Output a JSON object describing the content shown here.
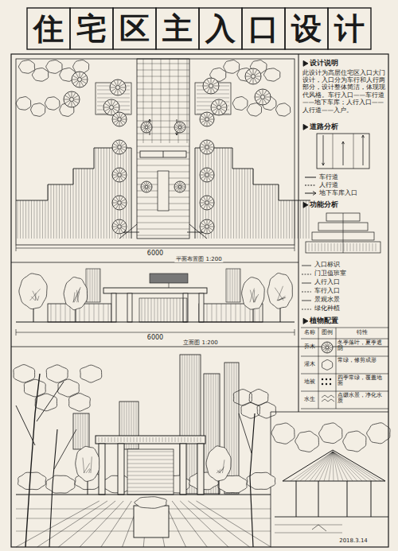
{
  "diagram": {
    "title": "住宅区主入口设计",
    "nodes": [
      {
        "text": [
          "设计说明",
          "此设计为高层住宅区入口大门设计，入口分为车行和人行两部分，设计整体简洁，体现现代风格。车行入口——车行道——地下车库；人行入口——人行道——入户。"
        ]
      },
      {
        "text": [
          "道路分析"
        ]
      },
      {
        "text": [
          "功能分析"
        ]
      },
      {
        "text": [
          "植物配置"
        ]
      }
    ],
    "labels": [
      "6000",
      "平面布置图 1:200",
      "6000",
      "立面图 1:200",
      "入口标识",
      "门卫值班室",
      "人行入口",
      "车行入口",
      "景观水景",
      "绿化种植",
      "名称",
      "图例",
      "特性",
      "乔木",
      "冬季落叶，夏季遮阴",
      "灌木",
      "常绿，修剪成形",
      "地被",
      "四季常绿，覆盖地面",
      "水生",
      "点缀水景，净化水质",
      "2018.3.14"
    ],
    "legend": [
      {
        "text": "车行道"
      },
      {
        "text": "人行道"
      },
      {
        "text": "地下车库入口"
      }
    ]
  }
}
